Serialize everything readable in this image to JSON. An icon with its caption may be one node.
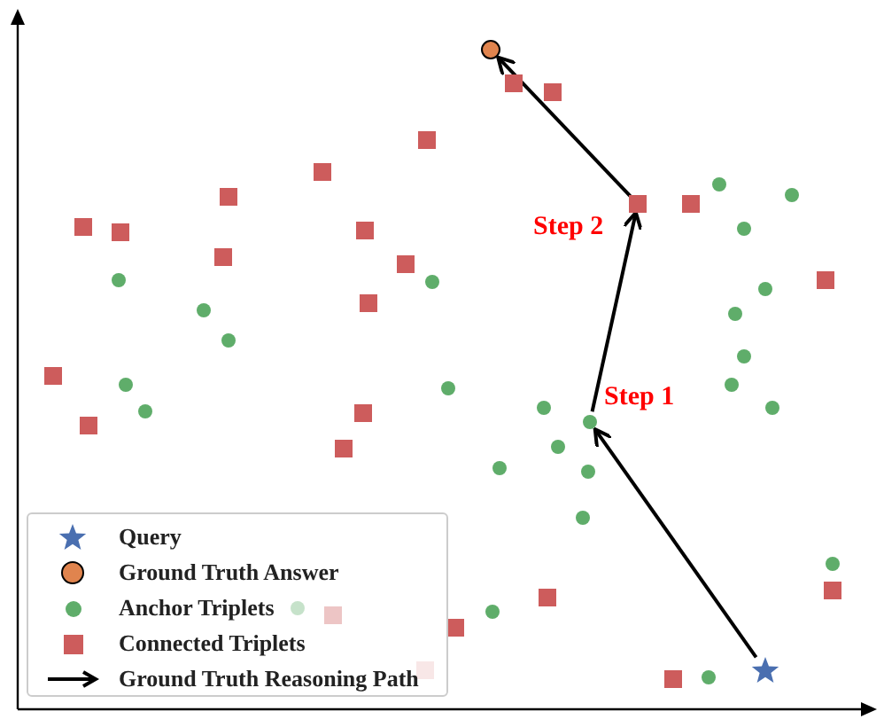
{
  "diagram": {
    "nodes": [
      {
        "text": [],
        "shape": "circle"
      },
      {
        "text": [],
        "shape": "box"
      },
      {
        "text": [],
        "shape": "box"
      },
      {
        "text": [],
        "shape": "box"
      },
      {
        "text": [],
        "shape": "box"
      },
      {
        "text": [],
        "shape": "circle"
      },
      {
        "text": [],
        "shape": "circle"
      },
      {
        "text": [],
        "shape": "box"
      },
      {
        "text": [],
        "shape": "box"
      },
      {
        "text": [],
        "shape": "box"
      },
      {
        "text": [],
        "shape": "box"
      },
      {
        "text": [],
        "shape": "circle"
      },
      {
        "text": [],
        "shape": "box"
      },
      {
        "text": [],
        "shape": "box"
      },
      {
        "text": [],
        "shape": "box"
      },
      {
        "text": [],
        "shape": "box"
      },
      {
        "text": [],
        "shape": "circle"
      },
      {
        "text": [],
        "shape": "box"
      },
      {
        "text": [],
        "shape": "circle"
      },
      {
        "text": [],
        "shape": "circle"
      },
      {
        "text": [],
        "shape": "box"
      },
      {
        "text": [],
        "shape": "circle"
      },
      {
        "text": [],
        "shape": "circle"
      },
      {
        "text": [],
        "shape": "circle"
      },
      {
        "text": [],
        "shape": "circle"
      },
      {
        "text": [],
        "shape": "box"
      },
      {
        "text": [],
        "shape": "circle"
      },
      {
        "text": [],
        "shape": "circle"
      },
      {
        "text": [],
        "shape": "circle"
      },
      {
        "text": [],
        "shape": "circle"
      },
      {
        "text": [],
        "shape": "circle"
      },
      {
        "text": [],
        "shape": "circle"
      },
      {
        "text": [],
        "shape": "box"
      },
      {
        "text": [],
        "shape": "circle"
      },
      {
        "text": [],
        "shape": "box"
      },
      {
        "text": [],
        "shape": "circle"
      },
      {
        "text": [],
        "shape": "box"
      },
      {
        "text": [],
        "shape": "circle"
      },
      {
        "text": [],
        "shape": "circle"
      },
      {
        "text": [],
        "shape": "circle"
      },
      {
        "text": [],
        "shape": "circle"
      },
      {
        "text": [],
        "shape": "box"
      },
      {
        "text": [],
        "shape": "box"
      },
      {
        "text": [],
        "shape": "circle"
      },
      {
        "text": [],
        "shape": "circle"
      },
      {
        "text": [],
        "shape": "box"
      },
      {
        "text": [],
        "shape": "box"
      },
      {
        "text": [],
        "shape": "star"
      },
      {
        "text": [],
        "shape": "box"
      },
      {
        "text": [],
        "shape": "circle"
      },
      {
        "text": [],
        "shape": "box"
      }
    ],
    "edges": [
      {
        "from": 47,
        "to": 33,
        "arrow": "to",
        "label": "Step 1"
      },
      {
        "from": 33,
        "to": 8,
        "arrow": "to",
        "label": "Step 2"
      },
      {
        "from": 8,
        "to": 0,
        "arrow": "to"
      }
    ],
    "legend": [
      {
        "text": "Query"
      },
      {
        "text": "Ground Truth Answer"
      },
      {
        "text": "Anchor Triplets"
      },
      {
        "text": "Connected Triplets"
      },
      {
        "text": "Ground Truth Reasoning Path"
      }
    ]
  }
}
